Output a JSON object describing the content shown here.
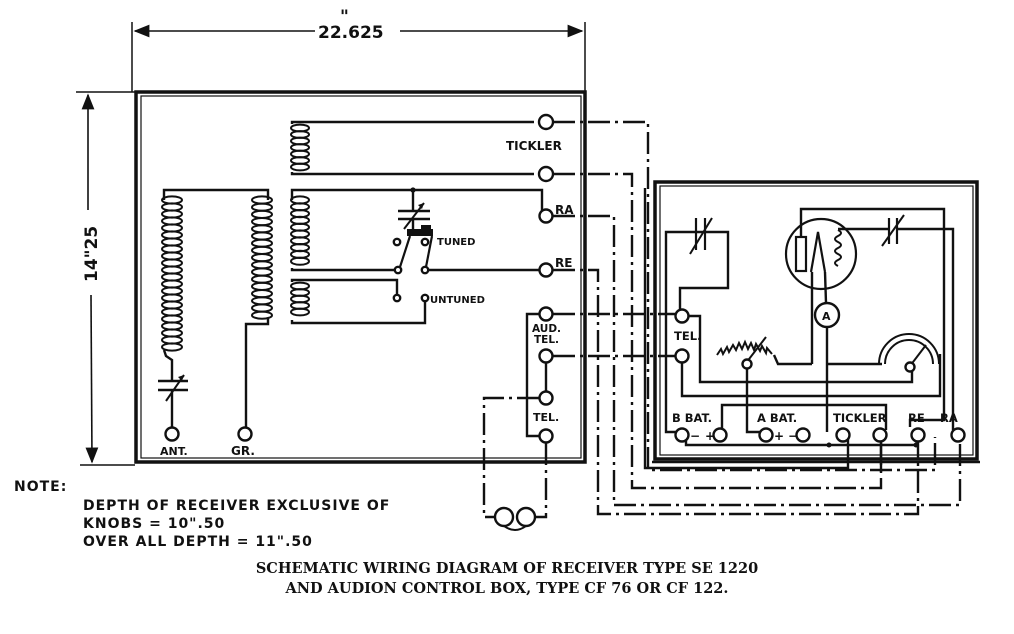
{
  "dimensions": {
    "width": "22.625",
    "width_mark": "\"",
    "height": "14.25",
    "height_display": "14\"25"
  },
  "receiver": {
    "name": "Receiver Type SE 1220",
    "terminals": {
      "tickler": "TICKLER",
      "ra": "RA",
      "re": "RE",
      "aud_tel_line1": "AUD.",
      "aud_tel_line2": "TEL.",
      "tel": "TEL.",
      "ant": "ANT.",
      "gr": "GR."
    },
    "switch": {
      "tuned": "TUNED",
      "untuned": "UNTUNED"
    }
  },
  "control_box": {
    "name": "Audion Control Box",
    "labels": {
      "tel": "TEL.",
      "b_bat": "B BAT.",
      "a_bat": "A BAT.",
      "tickler": "TICKLER",
      "re": "RE",
      "ra": "RA",
      "ammeter": "A",
      "b_minus": "−",
      "b_plus": "+",
      "a_plus": "+",
      "a_minus": "−"
    }
  },
  "note": {
    "heading": "NOTE:",
    "line1": "DEPTH OF RECEIVER EXCLUSIVE OF",
    "line2": "KNOBS = 10\".50",
    "line3": "OVER ALL DEPTH = 11\".50"
  },
  "caption": {
    "line1": "SCHEMATIC WIRING DIAGRAM OF RECEIVER TYPE SE 1220",
    "line2": "AND AUDION CONTROL BOX, TYPE CF 76 OR CF 122."
  }
}
